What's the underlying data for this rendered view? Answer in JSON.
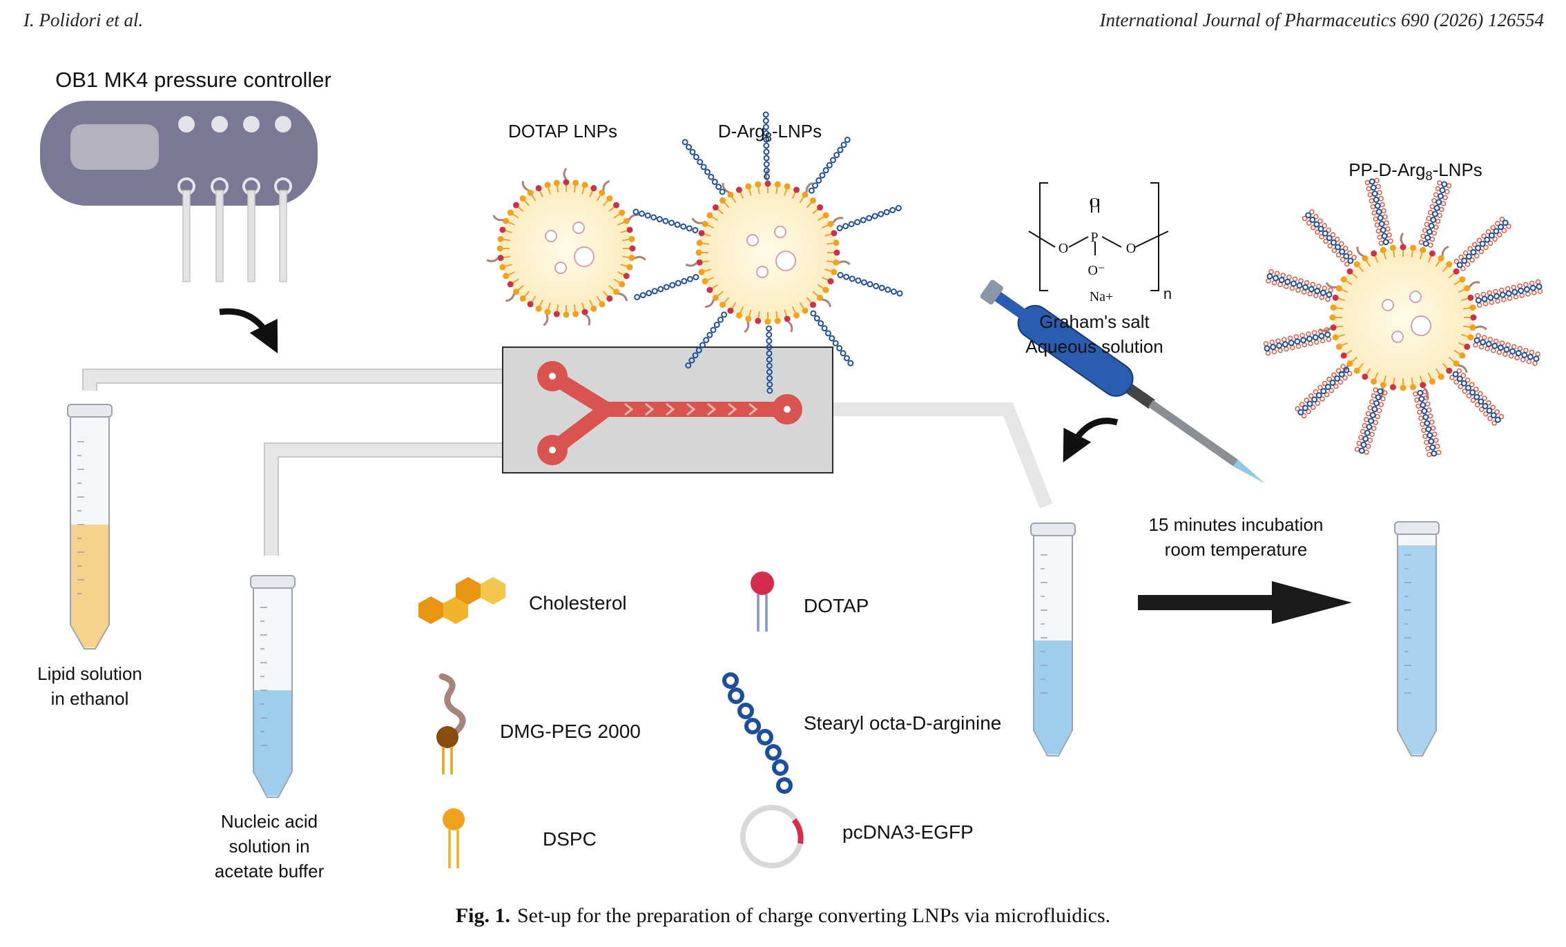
{
  "header": {
    "authors": "I. Polidori et al.",
    "journal": "International Journal of Pharmaceutics 690 (2026) 126554"
  },
  "figure": {
    "controller_label": "OB1 MK4 pressure controller",
    "dotap_lnps": "DOTAP LNPs",
    "darg_prefix": "D-Arg",
    "darg_sub": "8",
    "darg_suffix": "-LNPs",
    "pp_prefix": "PP-D-Arg",
    "pp_sub": "8",
    "pp_suffix": "-LNPs",
    "grahams_salt": "Graham's salt",
    "aqueous_solution": "Aqueous solution",
    "formula_na": "Na+",
    "formula_n": "n",
    "formula_o": "O",
    "formula_p": "P",
    "formula_ominus": "O⁻",
    "lipid_line1": "Lipid solution",
    "lipid_line2": "in ethanol",
    "nucleic_line1": "Nucleic acid",
    "nucleic_line2": "solution in",
    "nucleic_line3": "acetate buffer",
    "incubation_line1": "15 minutes incubation",
    "incubation_line2": "room temperature",
    "legend": {
      "cholesterol": "Cholesterol",
      "dmg_peg": "DMG-PEG 2000",
      "dspc": "DSPC",
      "dotap": "DOTAP",
      "stearyl": "Stearyl octa-D-arginine",
      "plasmid": "pcDNA3-EGFP"
    },
    "colors": {
      "chip": "#d6d6d6",
      "channel": "#d9544f",
      "controller": "#7a7894",
      "tube_blue": "#9fcdec",
      "tube_yellow": "#f6d28c",
      "arginine": "#1f4e9a",
      "dotap_head": "#d62b4d",
      "dspc_head": "#f0a21e"
    }
  },
  "caption": {
    "fig_label": "Fig. 1.",
    "text": "Set-up for the preparation of charge converting LNPs via microfluidics."
  }
}
